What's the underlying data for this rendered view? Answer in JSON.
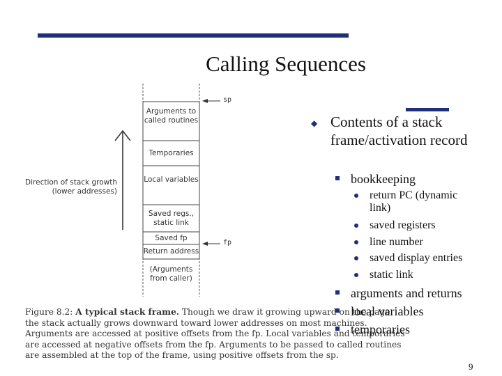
{
  "slide": {
    "title": "Calling Sequences",
    "page_number": "9"
  },
  "figure": {
    "cells": [
      "Arguments to called routines",
      "Temporaries",
      "Local variables",
      "Saved regs., static link",
      "Saved fp",
      "Return address",
      "(Arguments from caller)"
    ],
    "pointer_labels": [
      "sp",
      "fp"
    ],
    "growth_label": "Direction of stack growth (lower addresses)",
    "caption": {
      "label": "Figure 8.2:",
      "heading": "A typical stack frame.",
      "body": "Though we draw it growing upward on the page, the stack actually grows downward toward lower addresses on most machines. Arguments are accessed at positive offsets from the fp. Local variables and temporaries are accessed at negative offsets from the fp. Arguments to be passed to called routines are assembled at the top of the frame, using positive offsets from the sp."
    }
  },
  "bullets": {
    "main": "Contents of a stack frame/activation record",
    "items": [
      {
        "text": "bookkeeping",
        "sub": [
          "return PC (dynamic link)",
          "saved registers",
          "line number",
          "saved display entries",
          "static link"
        ]
      },
      {
        "text": "arguments and returns"
      },
      {
        "text": "local variables"
      },
      {
        "text": "temporaries"
      }
    ]
  },
  "colors": {
    "accent": "#1f2f7a",
    "text": "#111111"
  }
}
